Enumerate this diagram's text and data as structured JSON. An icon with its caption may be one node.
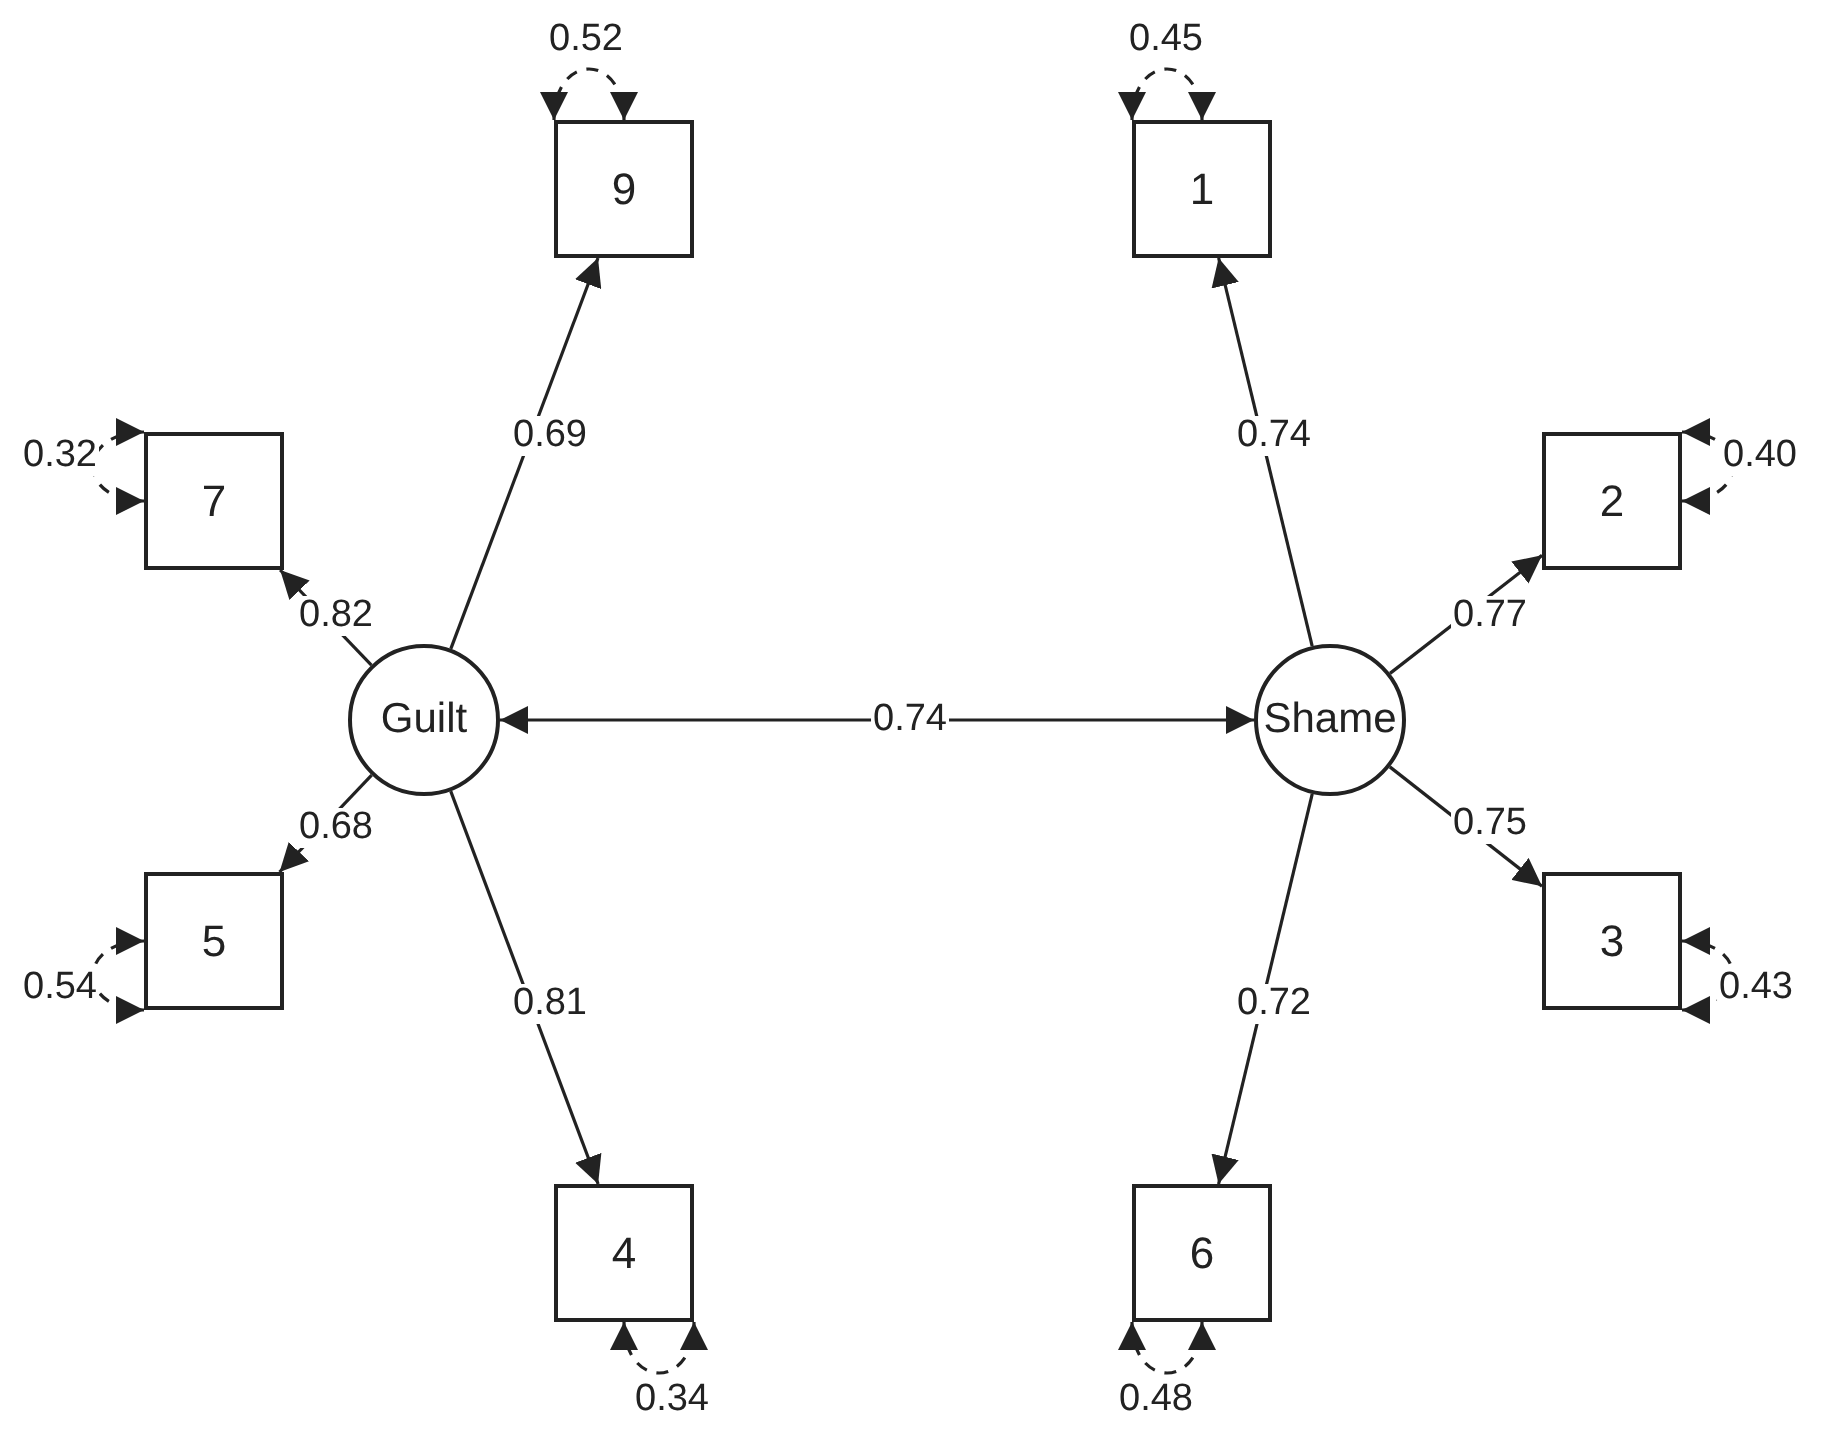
{
  "diagram": {
    "nodes": [
      {
        "text": [
          "9"
        ]
      },
      {
        "text": [
          "1"
        ]
      },
      {
        "text": [
          "7"
        ]
      },
      {
        "text": [
          "2"
        ]
      },
      {
        "text": [
          "Guilt"
        ]
      },
      {
        "text": [
          "Shame"
        ]
      },
      {
        "text": [
          "5"
        ]
      },
      {
        "text": [
          "3"
        ]
      },
      {
        "text": [
          "4"
        ]
      },
      {
        "text": [
          "6"
        ]
      }
    ],
    "edges": [
      {
        "from": 4,
        "to": 5,
        "arrow": "both",
        "label": "0.74"
      },
      {
        "from": 4,
        "to": 0,
        "arrow": "to",
        "label": "0.69"
      },
      {
        "from": 4,
        "to": 2,
        "arrow": "to",
        "label": "0.82"
      },
      {
        "from": 4,
        "to": 6,
        "arrow": "to",
        "label": "0.68"
      },
      {
        "from": 4,
        "to": 8,
        "arrow": "to",
        "label": "0.81"
      },
      {
        "from": 5,
        "to": 1,
        "arrow": "to",
        "label": "0.74"
      },
      {
        "from": 5,
        "to": 3,
        "arrow": "to",
        "label": "0.77"
      },
      {
        "from": 5,
        "to": 7,
        "arrow": "to",
        "label": "0.75"
      },
      {
        "from": 5,
        "to": 9,
        "arrow": "to",
        "label": "0.72"
      },
      {
        "from": 0,
        "to": 0,
        "arrow": "both",
        "style": "dashed",
        "label": "0.52"
      },
      {
        "from": 1,
        "to": 1,
        "arrow": "both",
        "style": "dashed",
        "label": "0.45"
      },
      {
        "from": 2,
        "to": 2,
        "arrow": "both",
        "style": "dashed",
        "label": "0.32"
      },
      {
        "from": 3,
        "to": 3,
        "arrow": "both",
        "style": "dashed",
        "label": "0.40"
      },
      {
        "from": 6,
        "to": 6,
        "arrow": "both",
        "style": "dashed",
        "label": "0.54"
      },
      {
        "from": 7,
        "to": 7,
        "arrow": "both",
        "style": "dashed",
        "label": "0.43"
      },
      {
        "from": 8,
        "to": 8,
        "arrow": "both",
        "style": "dashed",
        "label": "0.34"
      },
      {
        "from": 9,
        "to": 9,
        "arrow": "both",
        "style": "dashed",
        "label": "0.48"
      }
    ]
  }
}
